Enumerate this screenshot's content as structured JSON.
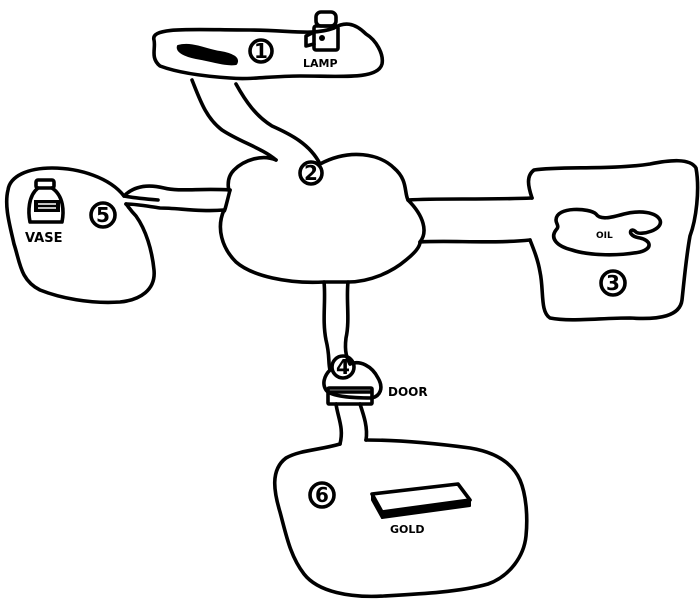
{
  "map": {
    "rooms": [
      {
        "id": "room-1",
        "number": "1"
      },
      {
        "id": "room-2",
        "number": "2"
      },
      {
        "id": "room-3",
        "number": "3"
      },
      {
        "id": "room-4",
        "number": "4"
      },
      {
        "id": "room-5",
        "number": "5"
      },
      {
        "id": "room-6",
        "number": "6"
      }
    ],
    "items": {
      "lamp": "LAMP",
      "oil": "OIL",
      "vase": "VASE",
      "door": "DOOR",
      "gold": "GOLD"
    },
    "ink_color": "#000000",
    "paper_color": "#ffffff"
  }
}
